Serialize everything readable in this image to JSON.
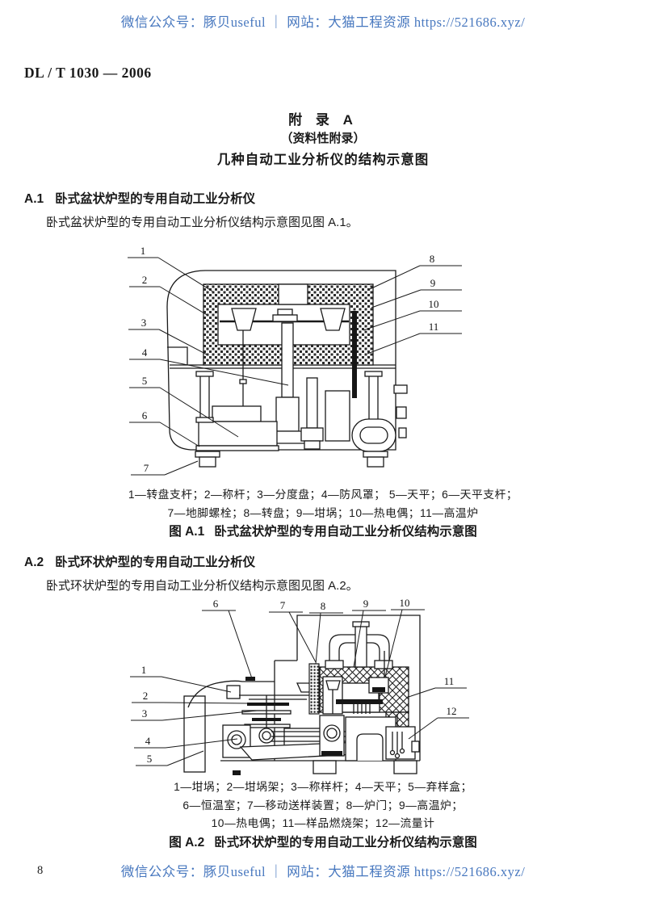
{
  "watermark": {
    "top": "微信公众号：豚贝useful ｜ 网站：大猫工程资源 https://521686.xyz/",
    "bottom": "微信公众号：豚贝useful ｜ 网站：大猫工程资源 https://521686.xyz/",
    "color": "#4878bf"
  },
  "header": {
    "doc_number": "DL / T 1030 — 2006"
  },
  "appendix": {
    "title": "附 录 A",
    "subtitle": "（资料性附录）",
    "heading": "几种自动工业分析仪的结构示意图"
  },
  "section_a1": {
    "number": "A.1",
    "title": "卧式盆状炉型的专用自动工业分析仪",
    "paragraph": "卧式盆状炉型的专用自动工业分析仪结构示意图见图 A.1。",
    "legend_line1": "1—转盘支杆；2—称杆；3—分度盘；4—防风罩； 5—天平；6—天平支杆；",
    "legend_line2": "7—地脚螺栓；8—转盘；9—坩埚；10—热电偶；11—高温炉",
    "fig_label": "图 A.1",
    "caption": "卧式盆状炉型的专用自动工业分析仪结构示意图"
  },
  "section_a2": {
    "number": "A.2",
    "title": "卧式环状炉型的专用自动工业分析仪",
    "paragraph": "卧式环状炉型的专用自动工业分析仪结构示意图见图 A.2。",
    "legend_line1": "1—坩埚；2—坩埚架；3—称样杆；4—天平；5—弃样盒；",
    "legend_line2": "6—恒温室；7—移动送样装置；8—炉门；9—高温炉；",
    "legend_line3": "10—热电偶；11—样品燃烧架；12—流量计",
    "fig_label": "图 A.2",
    "caption": "卧式环状炉型的专用自动工业分析仪结构示意图"
  },
  "fig_a1": {
    "callouts": [
      "1",
      "2",
      "3",
      "4",
      "5",
      "6",
      "7",
      "8",
      "9",
      "10",
      "11"
    ]
  },
  "fig_a2": {
    "callouts": [
      "1",
      "2",
      "3",
      "4",
      "5",
      "6",
      "7",
      "8",
      "9",
      "10",
      "11",
      "12"
    ]
  },
  "footer": {
    "page_number": "8"
  }
}
